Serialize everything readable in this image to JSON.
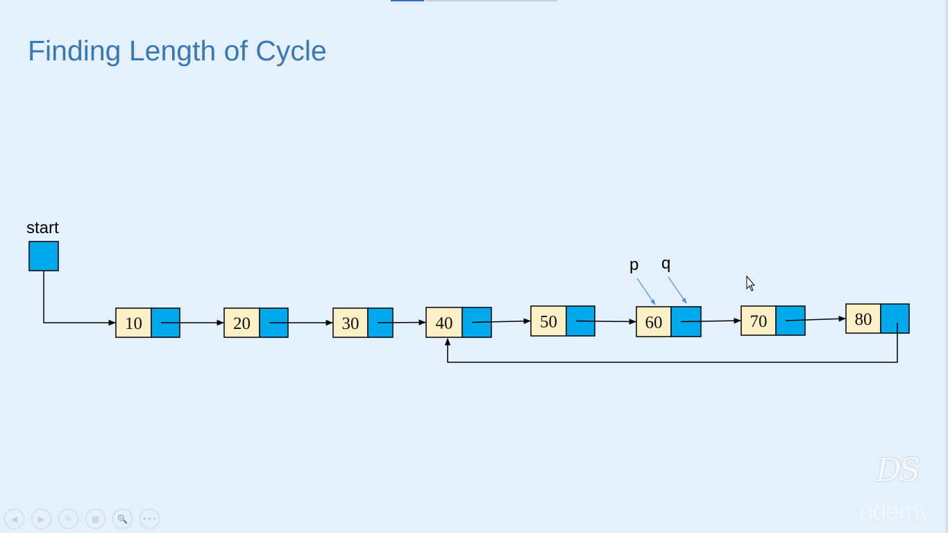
{
  "slide": {
    "title": "Finding Length of Cycle"
  },
  "diagram": {
    "start_label": "start",
    "pointer_labels": [
      "p",
      "q"
    ],
    "nodes": [
      "10",
      "20",
      "30",
      "40",
      "50",
      "60",
      "70",
      "80"
    ],
    "cycle_back_to": "40",
    "colors": {
      "data_cell": "#fdf0c6",
      "link_cell": "#00a8ec",
      "pointer_arrow": "#5b8fd0"
    }
  },
  "controls": {
    "buttons": [
      {
        "name": "previous-button",
        "icon": "◀"
      },
      {
        "name": "next-button",
        "icon": "▶"
      },
      {
        "name": "pen-button",
        "icon": "✎"
      },
      {
        "name": "slides-button",
        "icon": "▦"
      },
      {
        "name": "zoom-button",
        "icon": "🔍"
      },
      {
        "name": "more-button",
        "icon": "•••"
      }
    ]
  },
  "branding": {
    "logo_monogram": "DS",
    "logo_text": "udemy"
  }
}
